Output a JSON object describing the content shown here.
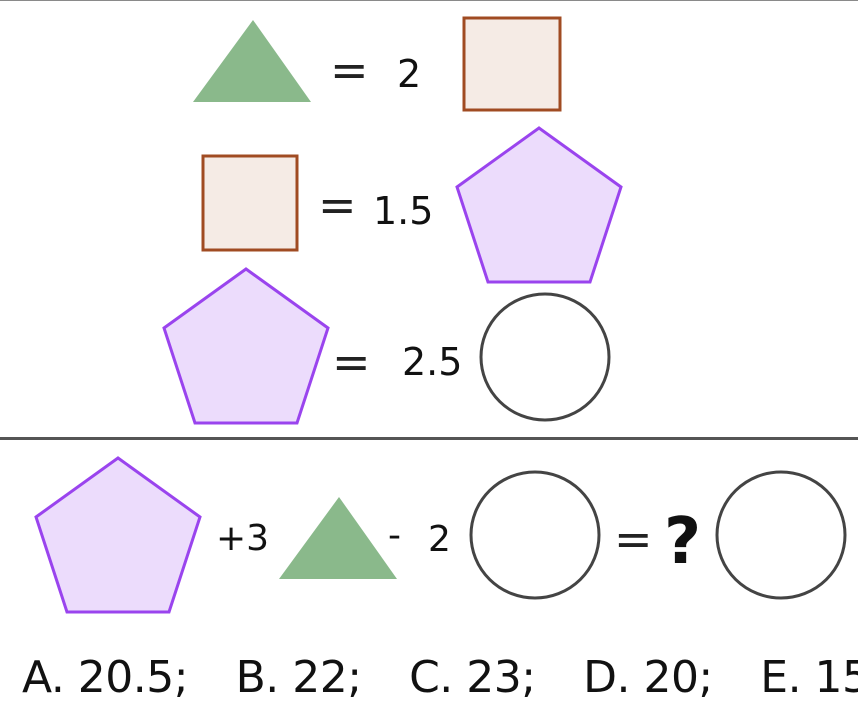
{
  "colors": {
    "triangle_fill": "#8ab98b",
    "square_fill": "#f5ebe5",
    "square_stroke": "#a04b22",
    "pentagon_fill": "#ecdcfc",
    "pentagon_stroke": "#9a44ee",
    "circle_stroke": "#444444"
  },
  "icons": {
    "triangle": "triangle-icon",
    "square": "square-icon",
    "pentagon": "pentagon-icon",
    "circle": "circle-icon"
  },
  "equations": {
    "row1": {
      "equals": "=",
      "coefficient": "2"
    },
    "row2": {
      "equals": "=",
      "coefficient": "1.5"
    },
    "row3": {
      "equals": "=",
      "coefficient": "2.5"
    }
  },
  "question": {
    "plus_coef": "+3",
    "minus_sign": "-",
    "minus_coef": "2",
    "equals": "=",
    "unknown": "?"
  },
  "answers": [
    "A. 20.5;",
    "B. 22;",
    "C. 23;",
    "D. 20;",
    "E. 15"
  ]
}
